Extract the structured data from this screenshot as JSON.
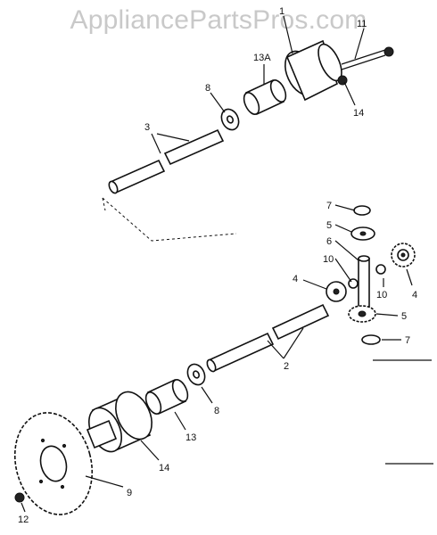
{
  "watermark": "AppliancePartsPros.com",
  "callouts": {
    "p1": "1",
    "p11": "11",
    "p13a": "13A",
    "p8_top": "8",
    "p14_top": "14",
    "p3": "3",
    "p7_top": "7",
    "p5_top": "5",
    "p6": "6",
    "p10_left": "10",
    "p4_left": "4",
    "p10_right": "10",
    "p4_right": "4",
    "p5_bottom": "5",
    "p7_bottom": "7",
    "p2": "2",
    "p8_bottom": "8",
    "p13": "13",
    "p14_bottom": "14",
    "p9": "9",
    "p12": "12"
  }
}
